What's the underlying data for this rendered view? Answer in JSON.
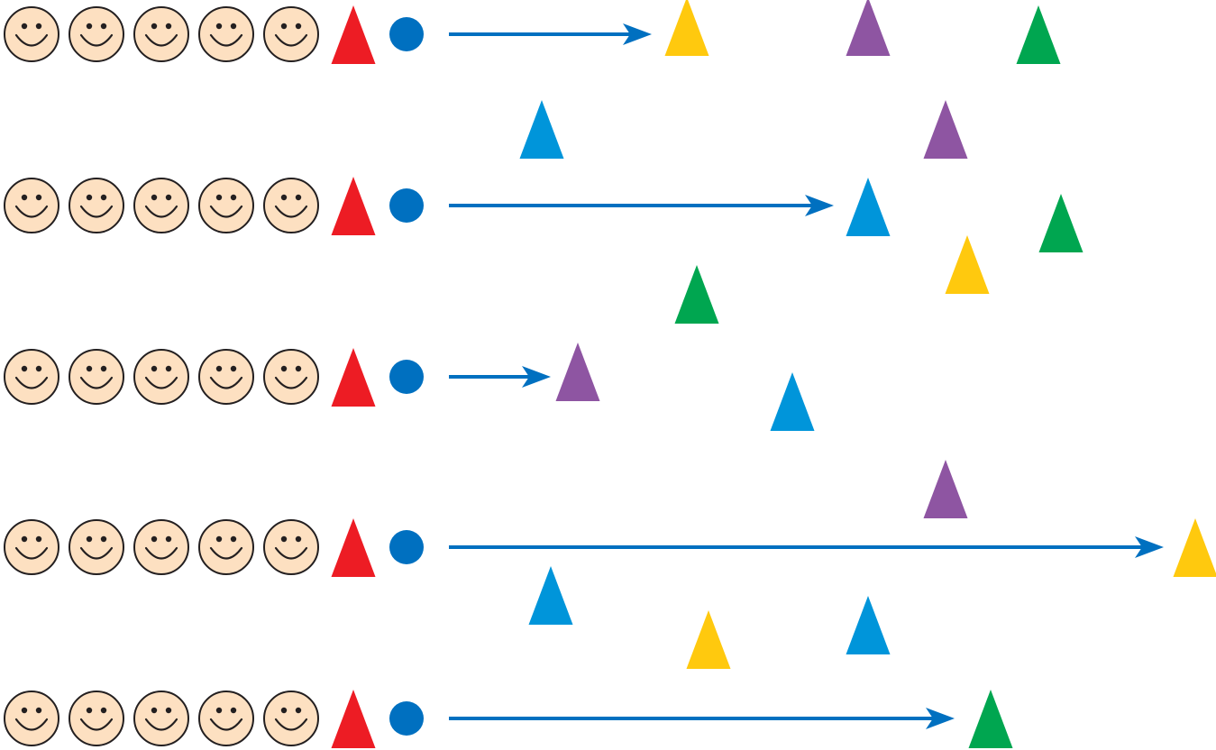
{
  "colors": {
    "face_fill": "#fde0c1",
    "face_stroke": "#231f20",
    "red": "#ed1c24",
    "blue": "#0070c0",
    "yellow": "#ffc90e",
    "purple": "#8e55a2",
    "green": "#00a650",
    "light_blue": "#0095da"
  },
  "rows": [
    {
      "faces": 5,
      "marker": "red-triangle",
      "dot": "blue-dot",
      "arrow": "blue-arrow",
      "target": "yellow-triangle"
    },
    {
      "faces": 5,
      "marker": "red-triangle",
      "dot": "blue-dot",
      "arrow": "blue-arrow",
      "target": "light-blue-triangle"
    },
    {
      "faces": 5,
      "marker": "red-triangle",
      "dot": "blue-dot",
      "arrow": "blue-arrow",
      "target": "purple-triangle"
    },
    {
      "faces": 5,
      "marker": "red-triangle",
      "dot": "blue-dot",
      "arrow": "blue-arrow",
      "target": "yellow-triangle"
    },
    {
      "faces": 5,
      "marker": "red-triangle",
      "dot": "blue-dot",
      "arrow": "blue-arrow",
      "target": "green-triangle"
    }
  ],
  "scattered_triangles": [
    "purple",
    "green",
    "light_blue",
    "purple",
    "green",
    "yellow",
    "green",
    "light_blue",
    "purple",
    "light_blue",
    "yellow",
    "light_blue"
  ]
}
